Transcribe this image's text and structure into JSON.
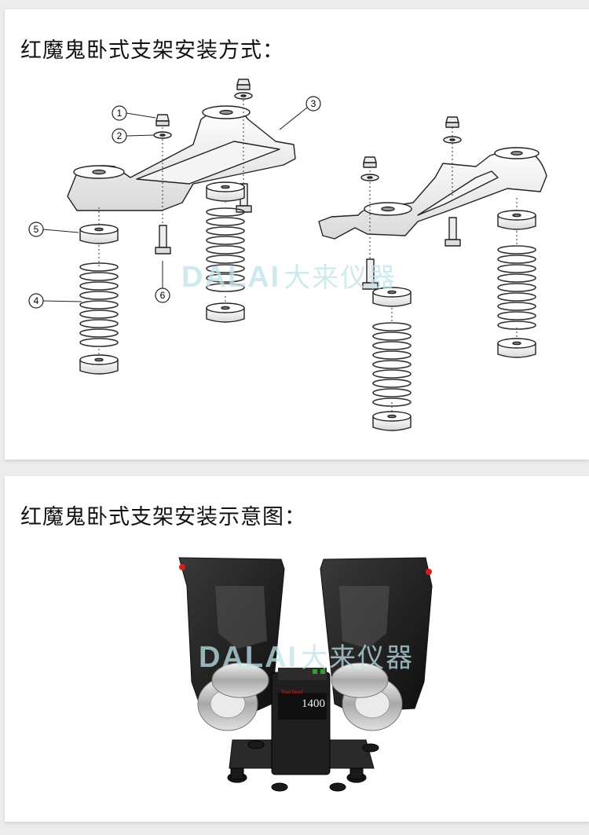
{
  "section1": {
    "title": "红魔鬼卧式支架安装方式："
  },
  "section2": {
    "title": "红魔鬼卧式支架安装示意图："
  },
  "diagram": {
    "callouts": [
      "1",
      "2",
      "3",
      "4",
      "5",
      "6"
    ]
  },
  "watermark": {
    "latin": "DALAI",
    "chinese": "大来仪器"
  },
  "machine": {
    "model_label": "1400",
    "brand_label": "Red Devil"
  },
  "colors": {
    "accent_red": "#d42020",
    "watermark": "#bfe3ea",
    "line": "#222222"
  }
}
